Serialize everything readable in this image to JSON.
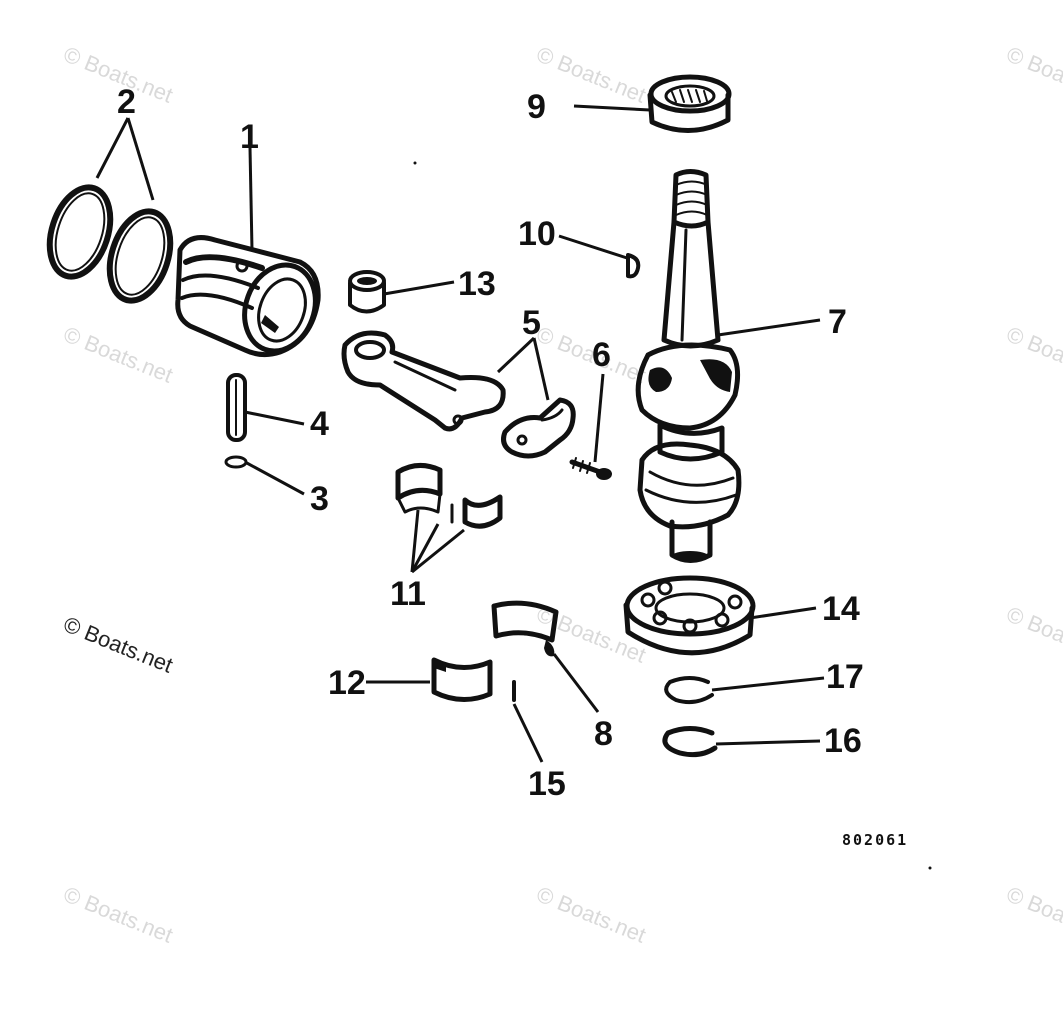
{
  "diagram": {
    "part_number": "802061",
    "watermark": "© Boats.net",
    "callouts": {
      "c1": "1",
      "c2": "2",
      "c3": "3",
      "c4": "4",
      "c5": "5",
      "c6": "6",
      "c7": "7",
      "c8": "8",
      "c9": "9",
      "c10": "10",
      "c11": "11",
      "c12": "12",
      "c13": "13",
      "c14": "14",
      "c15": "15",
      "c16": "16",
      "c17": "17"
    }
  }
}
